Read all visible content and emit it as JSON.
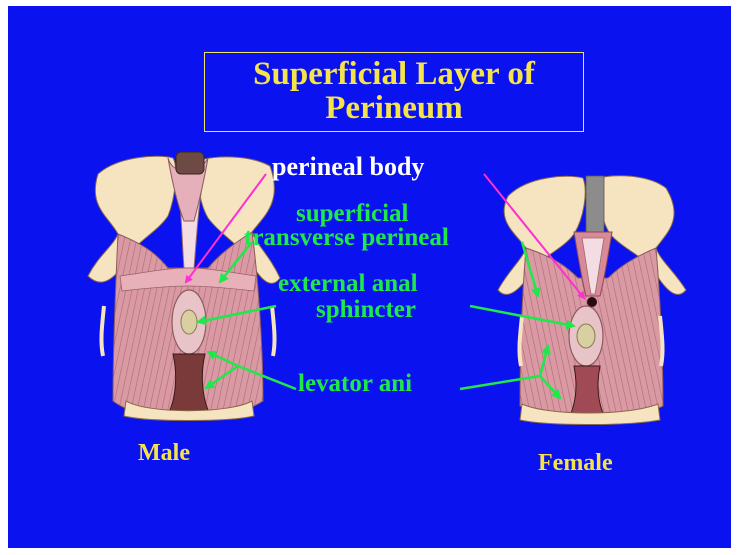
{
  "title": {
    "line1": "Superficial Layer of",
    "line2": "Perineum"
  },
  "labels": {
    "perineal_body": "perineal body",
    "superficial_line1": "superficial",
    "superficial_line2": "transverse perineal",
    "anal_line1": "external anal",
    "anal_line2": "sphincter",
    "levator_ani": "levator ani",
    "male": "Male",
    "female": "Female"
  },
  "colors": {
    "background": "#0a12f0",
    "title": "#f4e34a",
    "title_border": "#f2e36a",
    "perineal_body_label": "#ffffff",
    "muscle_labels": "#1fe84a",
    "perineal_body_arrow": "#ff2fd0",
    "muscle_arrows": "#1fe84a",
    "sex_labels": "#f4e34a"
  },
  "illustrations": [
    "male-perineum-illustration",
    "female-perineum-illustration"
  ]
}
